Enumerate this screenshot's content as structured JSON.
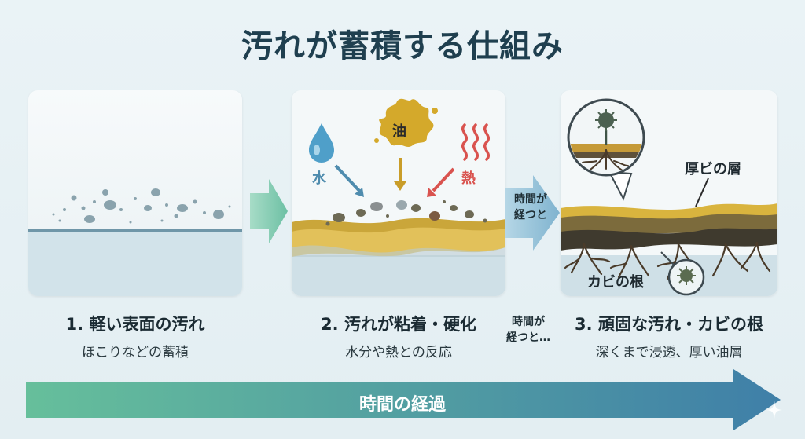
{
  "title": "汚れが蓄積する仕組み",
  "stages": [
    {
      "caption": "1. 軽い表面の汚れ",
      "subcaption": "ほこりなどの蓄積"
    },
    {
      "caption": "2. 汚れが粘着・硬化",
      "subcaption": "水分や熱との反応",
      "labels": {
        "water": "水",
        "oil": "油",
        "heat": "熱"
      }
    },
    {
      "caption": "3. 頑固な汚れ・カビの根",
      "subcaption": "深くまで浸透、厚い油層",
      "labels": {
        "layer": "厚ビの層",
        "roots": "カビの根"
      }
    }
  ],
  "transition_arrow_label": "時間が\n経つと",
  "between_caption": "時間が\n経つと…",
  "timeline_label": "時間の経過",
  "colors": {
    "accent_teal": "#5fae95",
    "accent_blue": "#4f8cae",
    "oil_yellow": "#d4a92b",
    "heat_red": "#d9534f",
    "water_blue": "#4f9fc9"
  }
}
